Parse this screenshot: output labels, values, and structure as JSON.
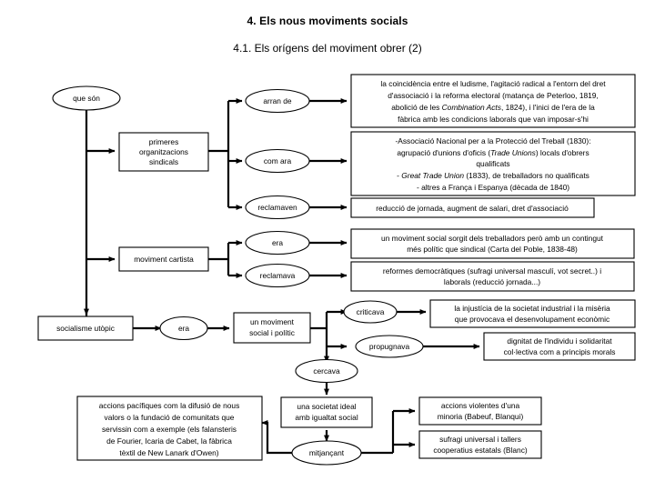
{
  "header": {
    "title": "4. Els nous moviments socials",
    "subtitle": "4.1. Els orígens del moviment obrer (2)"
  },
  "colors": {
    "background": "#ffffff",
    "stroke": "#000000",
    "text": "#000000"
  },
  "nodes": {
    "que_son": "que són",
    "primeres_org": [
      "primeres",
      "organitzacions",
      "sindicals"
    ],
    "arran_de": "arran de",
    "com_ara": "com ara",
    "reclamaven": "reclamaven",
    "moviment_cartista": "moviment cartista",
    "era_cartista": "era",
    "reclamava": "reclamava",
    "socialisme_utopic": "socialisme utòpic",
    "era_socialisme": "era",
    "un_moviment": [
      "un moviment",
      "social i polític"
    ],
    "criticava": "criticava",
    "propugnava": "propugnava",
    "cercava": "cercava",
    "societat_ideal": [
      "una societat ideal",
      "amb igualtat social"
    ],
    "mitjancant": "mitjançant",
    "box_ludisme": [
      "la coincidència entre el ludisme, l'agitació radical a l'entorn del dret",
      "d'associació i la reforma electoral (matança de Peterloo, 1819,",
      "abolició de les Combination Acts, 1824), i l'inici de l'era de la",
      "fàbrica amb les condicions laborals que van imposar-s'hi"
    ],
    "box_ludisme_italic": "Combination Acts",
    "box_sindicats": [
      "-Associació Nacional per a la Protecció del Treball (1830):",
      "agrupació d'unions d'oficis (Trade Unions) locals d'obrers",
      "qualificats",
      "- Great Trade Union (1833), de treballadors no qualificats",
      "- altres a França i Espanya (dècada de 1840)"
    ],
    "box_sindicats_italic_1": "Trade Unions",
    "box_sindicats_italic_2": "Great Trade Union",
    "box_reivindicacions": "reducció de jornada, augment de salari, dret d'associació",
    "box_cartisme": [
      "un moviment social sorgit dels treballadors però amb un contingut",
      "més polític que sindical (Carta del Poble, 1838-48)"
    ],
    "box_reformes": [
      "reformes democràtiques (sufragi universal masculí, vot secret..) i",
      "laborals (reducció jornada...)"
    ],
    "box_injusticia": [
      "la injustícia de la societat industrial i la misèria",
      "que provocava el desenvolupament econòmic"
    ],
    "box_dignitat": [
      "dignitat de l'individu i solidaritat",
      "col·lectiva com a principis morals"
    ],
    "box_accions_pacifiques": [
      "accions pacífiques com la difusió de nous",
      "valors o la fundació de comunitats que",
      "servissin com a exemple (els falansteris",
      "de Fourier, Icaria de Cabet, la fàbrica",
      "tèxtil de New Lanark d'Owen)"
    ],
    "box_accions_violentes": [
      "accions violentes d'una",
      "minoria (Babeuf, Blanqui)"
    ],
    "box_sufragi": [
      "sufragi universal i tallers",
      "cooperatius estatals (Blanc)"
    ]
  }
}
